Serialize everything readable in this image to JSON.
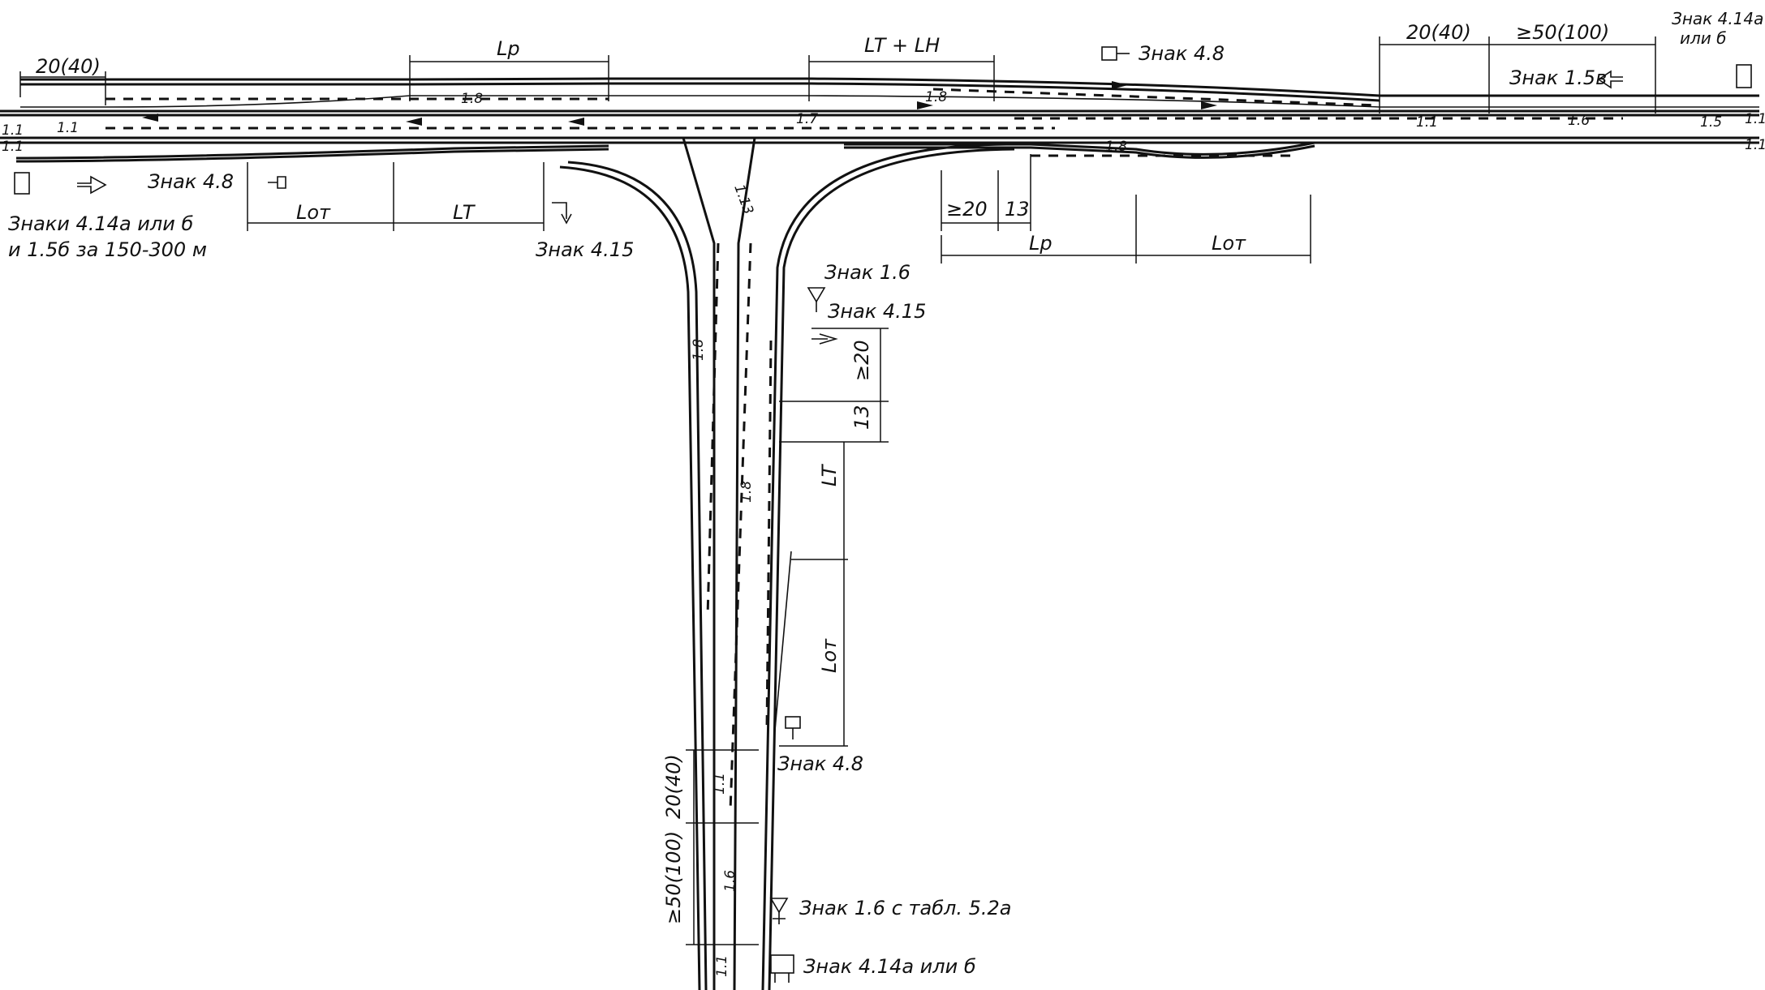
{
  "labels": {
    "top_left_dim": "20(40)",
    "lp_top": "Lp",
    "lt_ln": "LT + LH",
    "sign_4_8_top": "Знак 4.8",
    "top_right_dim1": "20(40)",
    "top_right_dim2": "≥50(100)",
    "sign_4_14_right_1": "Знак 4.14а",
    "sign_4_14_right_2": "или б",
    "sign_1_5v": "Знак 1.5в",
    "sign_4_8_left": "Знак 4.8",
    "signs_left_1": "Знаки 4.14а или б",
    "signs_left_2": "и 1.5б за 150-300 м",
    "sign_4_15_left": "Знак 4.15",
    "l_ot_left": "Lот",
    "l_t_left": "LT",
    "dim_ge20": "≥20",
    "dim_13": "13",
    "lp_right": "Lp",
    "l_ot_right": "Lот",
    "sign_1_6": "Знак 1.6",
    "sign_4_15_right": "Знак 4.15",
    "vdim_ge20": "≥20",
    "vdim_13": "13",
    "vdim_lt": "LT",
    "vdim_lot": "Lот",
    "sign_4_8_bottom": "Знак 4.8",
    "vdim_20_40": "20(40)",
    "vdim_50_100": "≥50(100)",
    "sign_1_6_tabl": "Знак 1.6 с табл. 5.2а",
    "sign_4_14_bottom": "Знак 4.14а или б"
  },
  "markings": {
    "m1_1_a": "1.1",
    "m1_1_b": "1.1",
    "m1_1_c": "1.1",
    "m1_1_d": "1.1",
    "m1_1_e": "1.1",
    "m1_1_f": "1.1",
    "m1_1_g": "1.1",
    "m1_1_h": "1.1",
    "m1_8_a": "1.8",
    "m1_8_b": "1.8",
    "m1_8_c": "1.8",
    "m1_8_d": "1.8",
    "m1_8_e": "1.8",
    "m1_7": "1.7",
    "m1_6": "1.6",
    "m1_5": "1.5",
    "m1_13": "1.13",
    "m1_6_v": "1.6"
  },
  "icons": [
    "sign-post-icon",
    "arrow-sign-icon",
    "triangle-sign-icon",
    "turn-arrow-icon"
  ]
}
